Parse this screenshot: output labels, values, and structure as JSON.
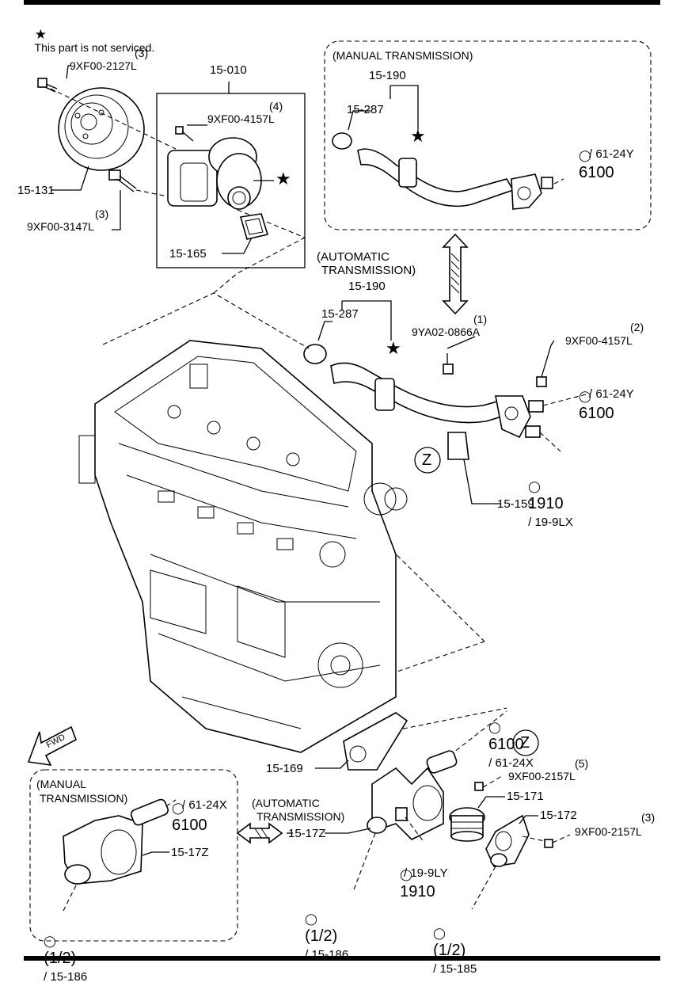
{
  "note": {
    "star": "★",
    "text": "This part is not serviced."
  },
  "labels": {
    "pulley_bolt_qty": "(3)",
    "pulley_bolt": "9XF00-2127L",
    "pump_assy": "15-010",
    "pump_bolt_qty": "(4)",
    "pump_bolt": "9XF00-4157L",
    "pulley": "15-131",
    "pulley_bolt2_qty": "(3)",
    "pulley_bolt2": "9XF00-3147L",
    "pump_gasket": "15-165",
    "mt_box_title": "(MANUAL TRANSMISSION)",
    "mt_pipe": "15-190",
    "mt_oring": "15-287",
    "mt_ref_num": "6100",
    "mt_ref_sub": "/ 61-24Y",
    "at_title_1": "(AUTOMATIC",
    "at_title_2": "TRANSMISSION)",
    "at_pipe": "15-190",
    "at_oring": "15-287",
    "at_bolt1_qty": "(1)",
    "at_bolt1": "9YA02-0866A",
    "at_bolt2_qty": "(2)",
    "at_bolt2": "9XF00-4157L",
    "at_ref_num": "6100",
    "at_ref_sub": "/ 61-24Y",
    "z_mark": "Z",
    "ref_1910a_num": "1910",
    "ref_1910a_sub": "/ 19-9LX",
    "gasket_159": "15-159",
    "fwd": "FWD",
    "ref_6100x_num": "6100",
    "ref_6100x_sub": "/ 61-24X",
    "z_mark2": "Z",
    "gasket_169": "15-169",
    "bolt_2157_qty": "(5)",
    "bolt_2157": "9XF00-2157L",
    "thermostat": "15-171",
    "housing_172": "15-172",
    "bolt_2157b_qty": "(3)",
    "bolt_2157b": "9XF00-2157L",
    "mt2_title_1": "(MANUAL",
    "mt2_title_2": "TRANSMISSION)",
    "mt2_ref_num": "6100",
    "mt2_ref_sub": "/ 61-24X",
    "mt2_housing": "15-17Z",
    "mt2_ref186_num": "(1/2)",
    "mt2_ref186_sub": "/ 15-186",
    "at2_title_1": "(AUTOMATIC",
    "at2_title_2": "TRANSMISSION)",
    "at2_housing": "15-17Z",
    "ref_1910b_num": "1910",
    "ref_1910b_sub": "/ 19-9LY",
    "ref_186_num": "(1/2)",
    "ref_186_sub": "/ 15-186",
    "ref_185_num": "(1/2)",
    "ref_185_sub": "/ 15-185"
  },
  "icons": [
    "star-icon",
    "reference-icon",
    "double-arrow-icon",
    "fwd-arrow-icon"
  ]
}
